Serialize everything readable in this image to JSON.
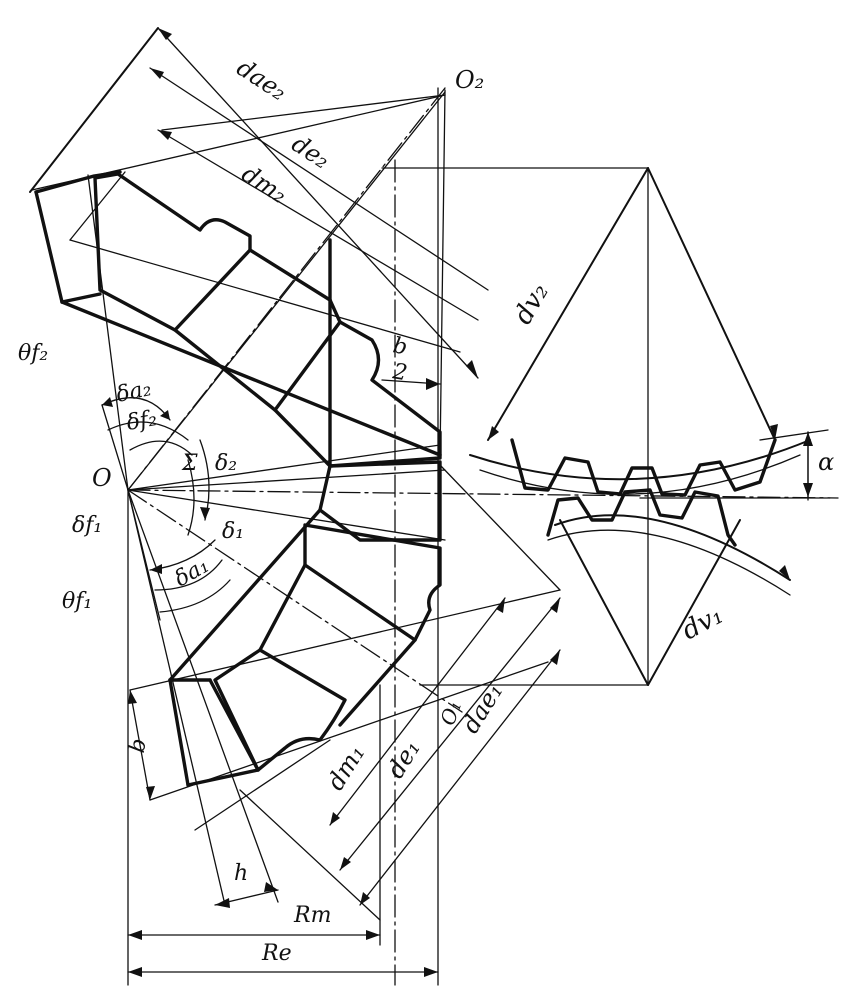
{
  "labels": {
    "O": "O",
    "O2": "O₂",
    "O1": "O₁",
    "dae2": "dae₂",
    "de2": "de₂",
    "dm2": "dm₂",
    "dv2": "dv₂",
    "dv1": "dv₁",
    "dm1": "dm₁",
    "de1": "de₁",
    "dae1": "dae₁",
    "b_num": "b",
    "b_den": "2",
    "b": "b",
    "h": "h",
    "Rm": "Rm",
    "Re": "Re",
    "alpha": "α",
    "sigma": "Σ",
    "delta1": "δ₁",
    "delta2": "δ₂",
    "delta_a1": "δa₁",
    "delta_a2": "δa₂",
    "delta_f1": "δf₁",
    "delta_f2": "δf₂",
    "theta_f1": "θf₁",
    "theta_f2": "θf₂"
  }
}
